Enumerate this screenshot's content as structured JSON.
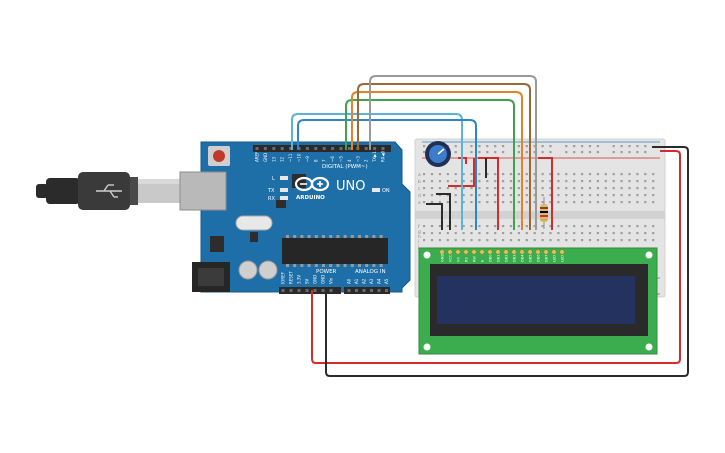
{
  "arduino": {
    "brand": "ARDUINO",
    "model": "UNO",
    "digital_header": "DIGITAL (PWM~)",
    "power_header": "POWER",
    "analog_header": "ANALOG IN",
    "on_label": "ON",
    "led_l": "L",
    "led_tx": "TX",
    "led_rx": "RX",
    "digital_pins": [
      "AREF",
      "GND",
      "13",
      "12",
      "~11",
      "~10",
      "~9",
      "8",
      "7",
      "~6",
      "~5",
      "4",
      "~3",
      "2",
      "TX▶1",
      "RX◀0"
    ],
    "power_pins": [
      "IOREF",
      "RESET",
      "3.3V",
      "5V",
      "GND",
      "GND",
      "Vin"
    ],
    "analog_pins": [
      "A0",
      "A1",
      "A2",
      "A3",
      "A4",
      "A5"
    ]
  },
  "breadboard": {
    "row_letters_top": [
      "a",
      "b",
      "c",
      "d",
      "e"
    ],
    "row_letters_bottom": [
      "f",
      "g",
      "h",
      "i",
      "j"
    ]
  },
  "lcd": {
    "pins": [
      "GND",
      "VCC",
      "V0",
      "RS",
      "RW",
      "E",
      "DB0",
      "DB1",
      "DB2",
      "DB3",
      "DB4",
      "DB5",
      "DB6",
      "DB7",
      "LED",
      "LED"
    ]
  },
  "colors": {
    "board_blue": "#1e6fa8",
    "breadboard": "#e4e4e4",
    "lcd_pcb": "#3cad4e",
    "lcd_screen": "#23325e",
    "wire_black": "#2b2b2b",
    "wire_red": "#d42b2b",
    "wire_blue": "#2e86c9",
    "wire_lightblue": "#59b4d6",
    "wire_green": "#3fa34a",
    "wire_orange": "#e1832a",
    "wire_brown": "#9a6a36",
    "wire_gray": "#9a9a9a"
  }
}
